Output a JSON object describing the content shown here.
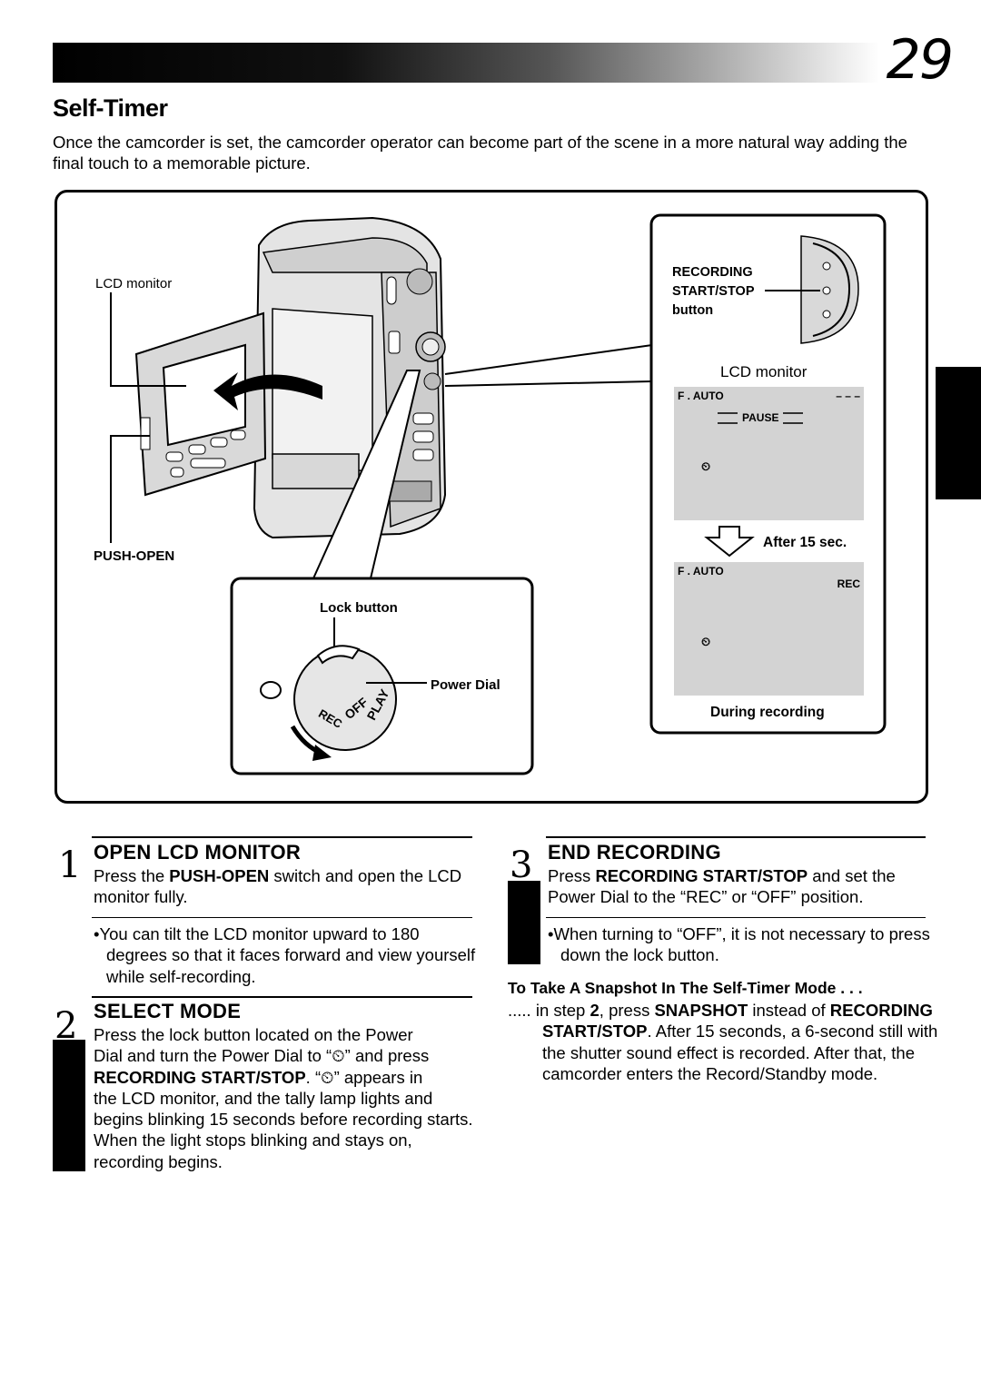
{
  "page": {
    "number": "29",
    "title": "Self-Timer",
    "intro": "Once the camcorder is set, the camcorder operator can become part of the scene in a more natural way adding the final touch to a memorable picture."
  },
  "figure": {
    "lcd_monitor_label": "LCD monitor",
    "push_open_label": "PUSH-OPEN",
    "lock_button_label": "Lock button",
    "power_dial_label": "Power Dial",
    "dial_marks": [
      "PLAY",
      "OFF",
      "REC"
    ],
    "rec_button_label": [
      "RECORDING",
      "START/STOP",
      "button"
    ],
    "lcd_title": "LCD monitor",
    "screen1": {
      "mode": "F . AUTO",
      "tape": "– – –",
      "status": "PAUSE"
    },
    "after_label": "After 15 sec.",
    "screen2": {
      "mode": "F . AUTO",
      "status": "REC"
    },
    "during_label": "During recording"
  },
  "steps": {
    "s1": {
      "num": "1",
      "heading": "OPEN LCD MONITOR",
      "text_pre": "Press the ",
      "text_bold": "PUSH-OPEN",
      "text_post": " switch and open the LCD monitor fully.",
      "bullet": "•You can tilt the LCD monitor upward to 180 degrees so that it faces forward and view yourself while self-recording."
    },
    "s2": {
      "num": "2",
      "heading": "SELECT MODE",
      "line1": "Press the lock button located on the Power",
      "line2_pre": "Dial and turn the Power Dial to “",
      "line2_post": "” and press",
      "line3_bold": "RECORDING START/STOP",
      "line3_mid": ". “",
      "line3_post": "” appears in",
      "rest": "the LCD monitor, and the tally lamp lights and begins blinking 15 seconds before recording starts. When the light stops blinking and stays on, recording begins."
    },
    "s3": {
      "num": "3",
      "heading": "END RECORDING",
      "text_pre": "Press ",
      "text_bold": "RECORDING START/STOP",
      "text_post": " and set the Power Dial to the “REC” or “OFF” position.",
      "bullet": "•When turning to “OFF”, it is not necessary to press down the lock button."
    },
    "snapshot": {
      "heading": "To Take A Snapshot In The Self-Timer Mode . . .",
      "dots": ".....",
      "t1": " in step ",
      "t1b": "2",
      "t2": ", press ",
      "t2b": "SNAPSHOT",
      "t3": " instead of",
      "t4b": "RECORDING START/STOP",
      "t5": ". After 15 seconds, a 6-second still with the shutter sound effect is recorded. After that, the camcorder enters the Record/Standby mode."
    }
  }
}
